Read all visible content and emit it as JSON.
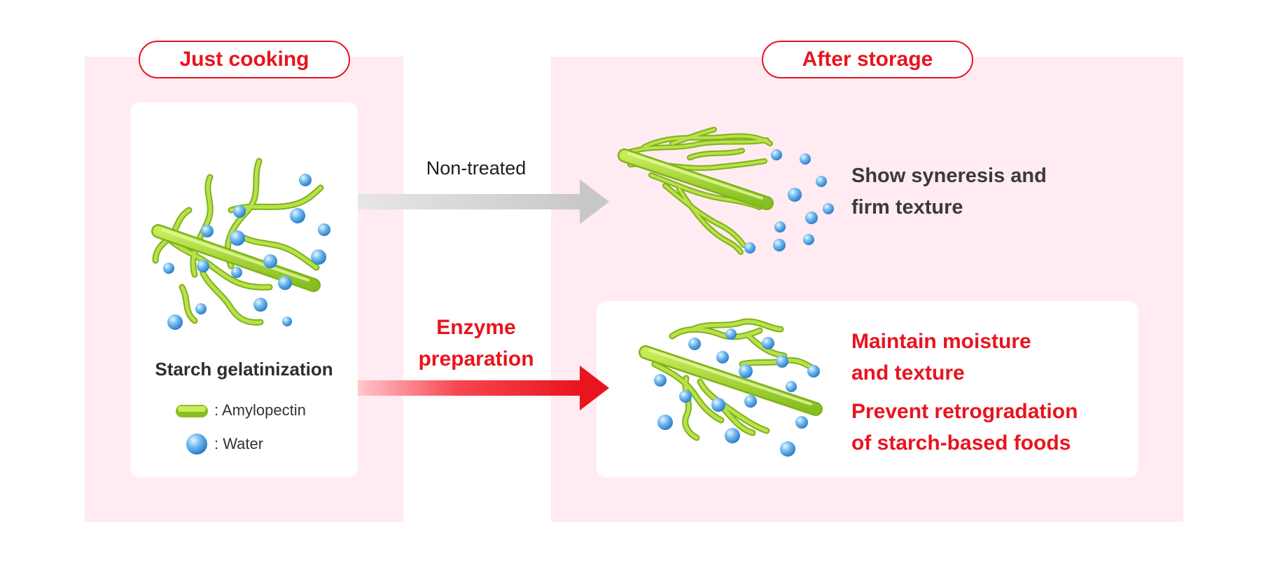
{
  "headers": {
    "left": "Just cooking",
    "right": "After storage"
  },
  "left_card": {
    "caption": "Starch gelatinization",
    "legend": [
      {
        "icon": "amylopectin-icon",
        "label": ": Amylopectin"
      },
      {
        "icon": "water-droplet-icon",
        "label": ": Water"
      }
    ]
  },
  "arrows": {
    "top": {
      "label": "Non-treated",
      "color": "#cfcfcf"
    },
    "bottom": {
      "label_lines": [
        "Enzyme",
        "preparation"
      ],
      "color": "#e8141e"
    }
  },
  "outcomes": {
    "non_treated": {
      "lines": [
        "Show syneresis and",
        "firm texture"
      ]
    },
    "enzyme": {
      "lines": [
        "Maintain moisture",
        "and texture"
      ],
      "lines2": [
        "Prevent retrogradation",
        "of starch-based foods"
      ]
    }
  },
  "colors": {
    "accent": "#e8141e",
    "panel": "#ffebf1",
    "strand": "#9ccf2a",
    "water": "#3f98e0"
  }
}
